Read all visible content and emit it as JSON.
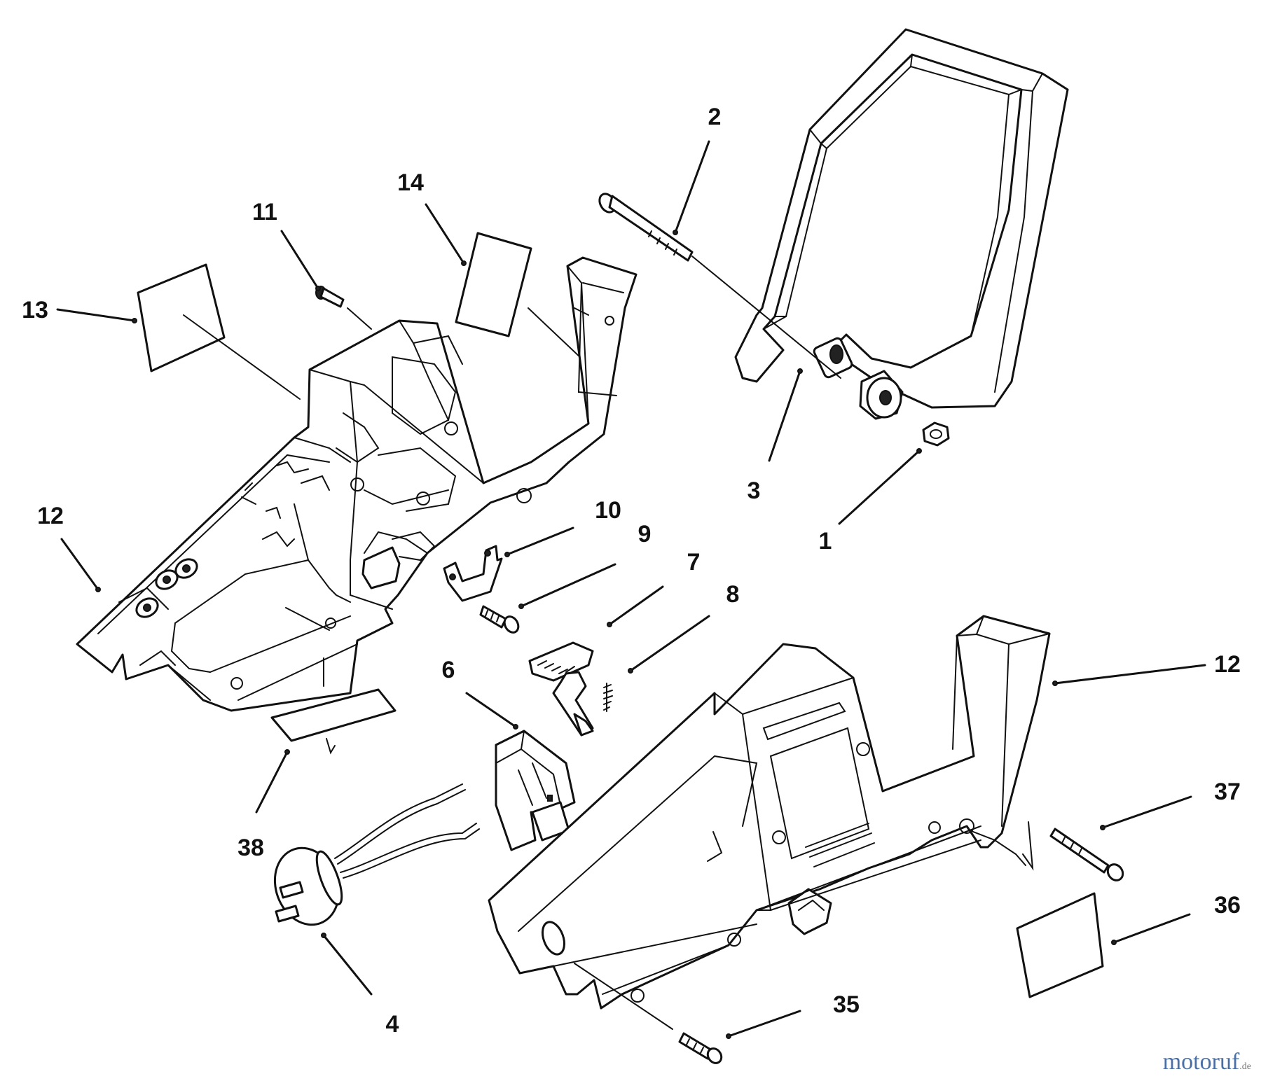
{
  "diagram": {
    "callouts": [
      {
        "id": "c1",
        "text": "1"
      },
      {
        "id": "c2",
        "text": "2"
      },
      {
        "id": "c3",
        "text": "3"
      },
      {
        "id": "c4",
        "text": "4"
      },
      {
        "id": "c6",
        "text": "6"
      },
      {
        "id": "c7",
        "text": "7"
      },
      {
        "id": "c8",
        "text": "8"
      },
      {
        "id": "c9",
        "text": "9"
      },
      {
        "id": "c10",
        "text": "10"
      },
      {
        "id": "c11",
        "text": "11"
      },
      {
        "id": "c12a",
        "text": "12"
      },
      {
        "id": "c12b",
        "text": "12"
      },
      {
        "id": "c13",
        "text": "13"
      },
      {
        "id": "c14",
        "text": "14"
      },
      {
        "id": "c35",
        "text": "35"
      },
      {
        "id": "c36",
        "text": "36"
      },
      {
        "id": "c37",
        "text": "37"
      },
      {
        "id": "c38",
        "text": "38"
      }
    ]
  },
  "watermark": {
    "name": "motoruf",
    "tld": ".de"
  },
  "colors": {
    "line": "#111111",
    "background": "#ffffff",
    "watermark": "#4a6fa5"
  }
}
